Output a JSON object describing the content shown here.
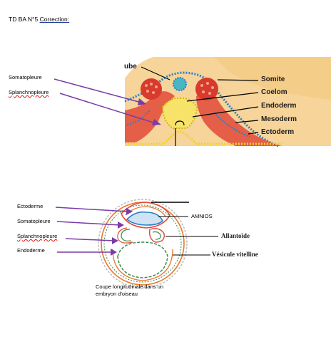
{
  "header": {
    "title_prefix": "TD BA N°5 ",
    "title_underlined": "Correction:"
  },
  "figure1": {
    "left_labels": [
      "Somatopleure",
      "Splanchnopleure"
    ],
    "right_labels": [
      "Somite",
      "Coelom",
      "Endoderm",
      "Mesoderm",
      "Ectoderm"
    ],
    "top_label": "ube"
  },
  "figure2": {
    "left_labels": [
      "Ectoderme",
      "Somatopleure",
      "Splanchnopleure",
      "Endoderme"
    ],
    "right_labels": {
      "amnios": "AMNIOS",
      "allantoide": "Allantoïde",
      "vesicule": "Vésicule vitelline"
    },
    "caption_line1": "Coupe longitudinale dans un",
    "caption_line2": "embryon d'oiseau"
  },
  "colors": {
    "arrow": "#7a3ca6",
    "ecto_blue": "#2a7fc1",
    "meso_red": "#e0493a",
    "endo_yellow": "#f2d21f",
    "background_tan": "#f6d49a",
    "orange": "#e8792a",
    "green": "#3c8a4d"
  }
}
